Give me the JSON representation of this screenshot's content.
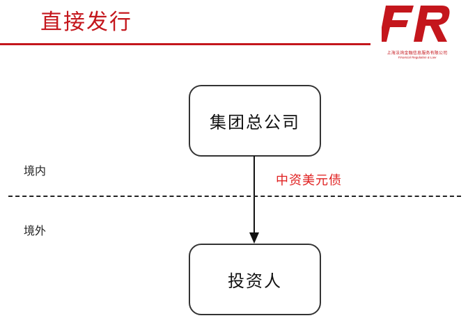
{
  "title": "直接发行",
  "logo": {
    "mark": "FR",
    "subtitle_cn": "上海法询金融信息服务有限公司",
    "subtitle_en": "Financial Regulation & Law"
  },
  "diagram": {
    "issuer": "集团总公司",
    "investor": "投资人",
    "flow_label": "中资美元债",
    "region_onshore": "境内",
    "region_offshore": "境外"
  },
  "colors": {
    "brand_red": "#c4161c",
    "flow_label_red": "#e02020",
    "line_dark": "#222222"
  }
}
